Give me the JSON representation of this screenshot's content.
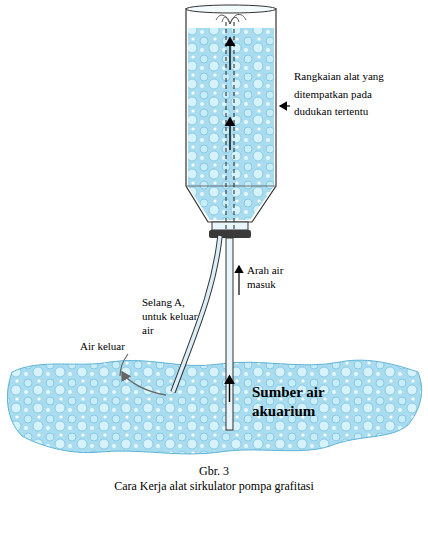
{
  "diagram": {
    "title": "Gbr. 3",
    "caption": "Cara Kerja alat sirkulator pompa grafitasi",
    "labels": [
      "Rangkaian alat yang ditempatkan pada dudukan tertentu",
      "Arah air masuk",
      "Selang A, untuk keluar air",
      "Air keluar",
      "Sumber air akuarium"
    ]
  }
}
